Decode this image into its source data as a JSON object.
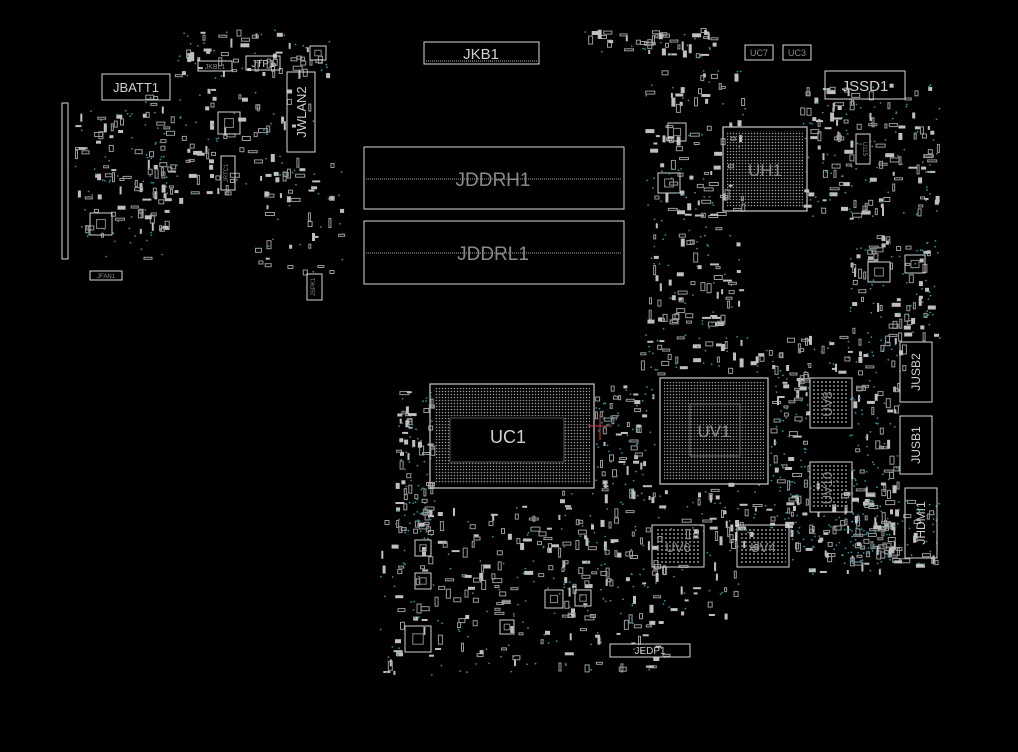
{
  "board": {
    "background": "#000000",
    "outline_color": "#d8d8d8",
    "via_color": "#2f8f9a",
    "components": {
      "jkb1": "JKB1",
      "jbatt1": "JBATT1",
      "jkbl1": "JKBL1",
      "jtp1": "JTP1",
      "jwlan2": "JWLAN2",
      "jddrh1": "JDDRH1",
      "jddrl1": "JDDRL1",
      "jssd1": "JSSD1",
      "uc7": "UC7",
      "uc3": "UC3",
      "uh1": "UH1",
      "uc1": "UC1",
      "uv1": "UV1",
      "uv8": "UV8",
      "uv10": "UV10",
      "uv6": "UV6",
      "uv4": "UV4",
      "jusb2": "JUSB2",
      "jusb1": "JUSB1",
      "jhdmi1": "JHDMI1",
      "jedp1": "JEDP1",
      "jfan1": "JFAN1",
      "jspk1": "JSPK1",
      "jrtc1": "JRTC1",
      "u115": "U115"
    }
  }
}
